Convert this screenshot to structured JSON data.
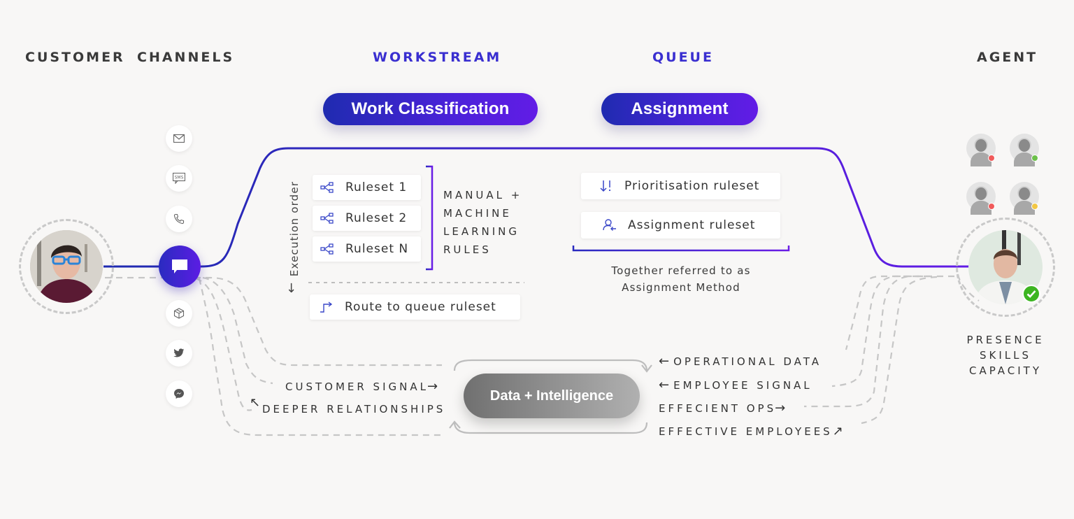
{
  "headers": {
    "customer": "CUSTOMER",
    "channels": "CHANNELS",
    "workstream": "WORKSTREAM",
    "queue": "QUEUE",
    "agent": "AGENT"
  },
  "pills": {
    "work_classification": "Work Classification",
    "assignment": "Assignment",
    "data_intelligence": "Data + Intelligence"
  },
  "channels": [
    {
      "name": "email",
      "icon": "envelope-icon"
    },
    {
      "name": "sms",
      "icon": "sms-icon",
      "label": "SMS"
    },
    {
      "name": "phone",
      "icon": "phone-icon"
    },
    {
      "name": "chat",
      "icon": "chat-icon",
      "active": true
    },
    {
      "name": "package",
      "icon": "box-icon"
    },
    {
      "name": "twitter",
      "icon": "twitter-icon"
    },
    {
      "name": "messenger",
      "icon": "messenger-icon"
    }
  ],
  "workstream": {
    "execution_order": "Execution order",
    "rulesets": [
      {
        "label": "Ruleset 1",
        "icon": "ruleset-tree-icon"
      },
      {
        "label": "Ruleset 2",
        "icon": "ruleset-tree-icon"
      },
      {
        "label": "Ruleset N",
        "icon": "ruleset-tree-icon"
      }
    ],
    "rules_caption": [
      "MANUAL +",
      "MACHINE",
      "LEARNING",
      "RULES"
    ],
    "route": {
      "label": "Route to queue ruleset",
      "icon": "route-arrow-icon"
    }
  },
  "queue": {
    "rulesets": [
      {
        "label": "Prioritisation ruleset",
        "icon": "priority-sort-icon"
      },
      {
        "label": "Assignment ruleset",
        "icon": "person-assign-icon"
      }
    ],
    "caption_line1": "Together referred to as",
    "caption_line2": "Assignment Method"
  },
  "agent": {
    "caption": [
      "PRESENCE",
      "SKILLS",
      "CAPACITY"
    ],
    "others": [
      {
        "status": "busy",
        "color": "#f05a5a"
      },
      {
        "status": "available",
        "color": "#6cc04a"
      },
      {
        "status": "busy",
        "color": "#f05a5a"
      },
      {
        "status": "away",
        "color": "#f2c744"
      }
    ],
    "selected_status": "available",
    "selected_status_color": "#3cb521"
  },
  "signals": {
    "left": [
      {
        "label": "CUSTOMER SIGNAL",
        "arrow": "→"
      },
      {
        "label": "DEEPER RELATIONSHIPS",
        "arrow": "↖"
      }
    ],
    "right": [
      {
        "label": "OPERATIONAL DATA",
        "arrow": "←"
      },
      {
        "label": "EMPLOYEE SIGNAL",
        "arrow": "←"
      },
      {
        "label": "EFFECIENT OPS",
        "arrow": "→"
      },
      {
        "label": "EFFECTIVE EMPLOYEES",
        "arrow": "↗"
      }
    ]
  },
  "colors": {
    "accent_start": "#1f2bb0",
    "accent_end": "#621ce6",
    "background": "#f8f7f6",
    "dashed": "#c6c6c6"
  }
}
